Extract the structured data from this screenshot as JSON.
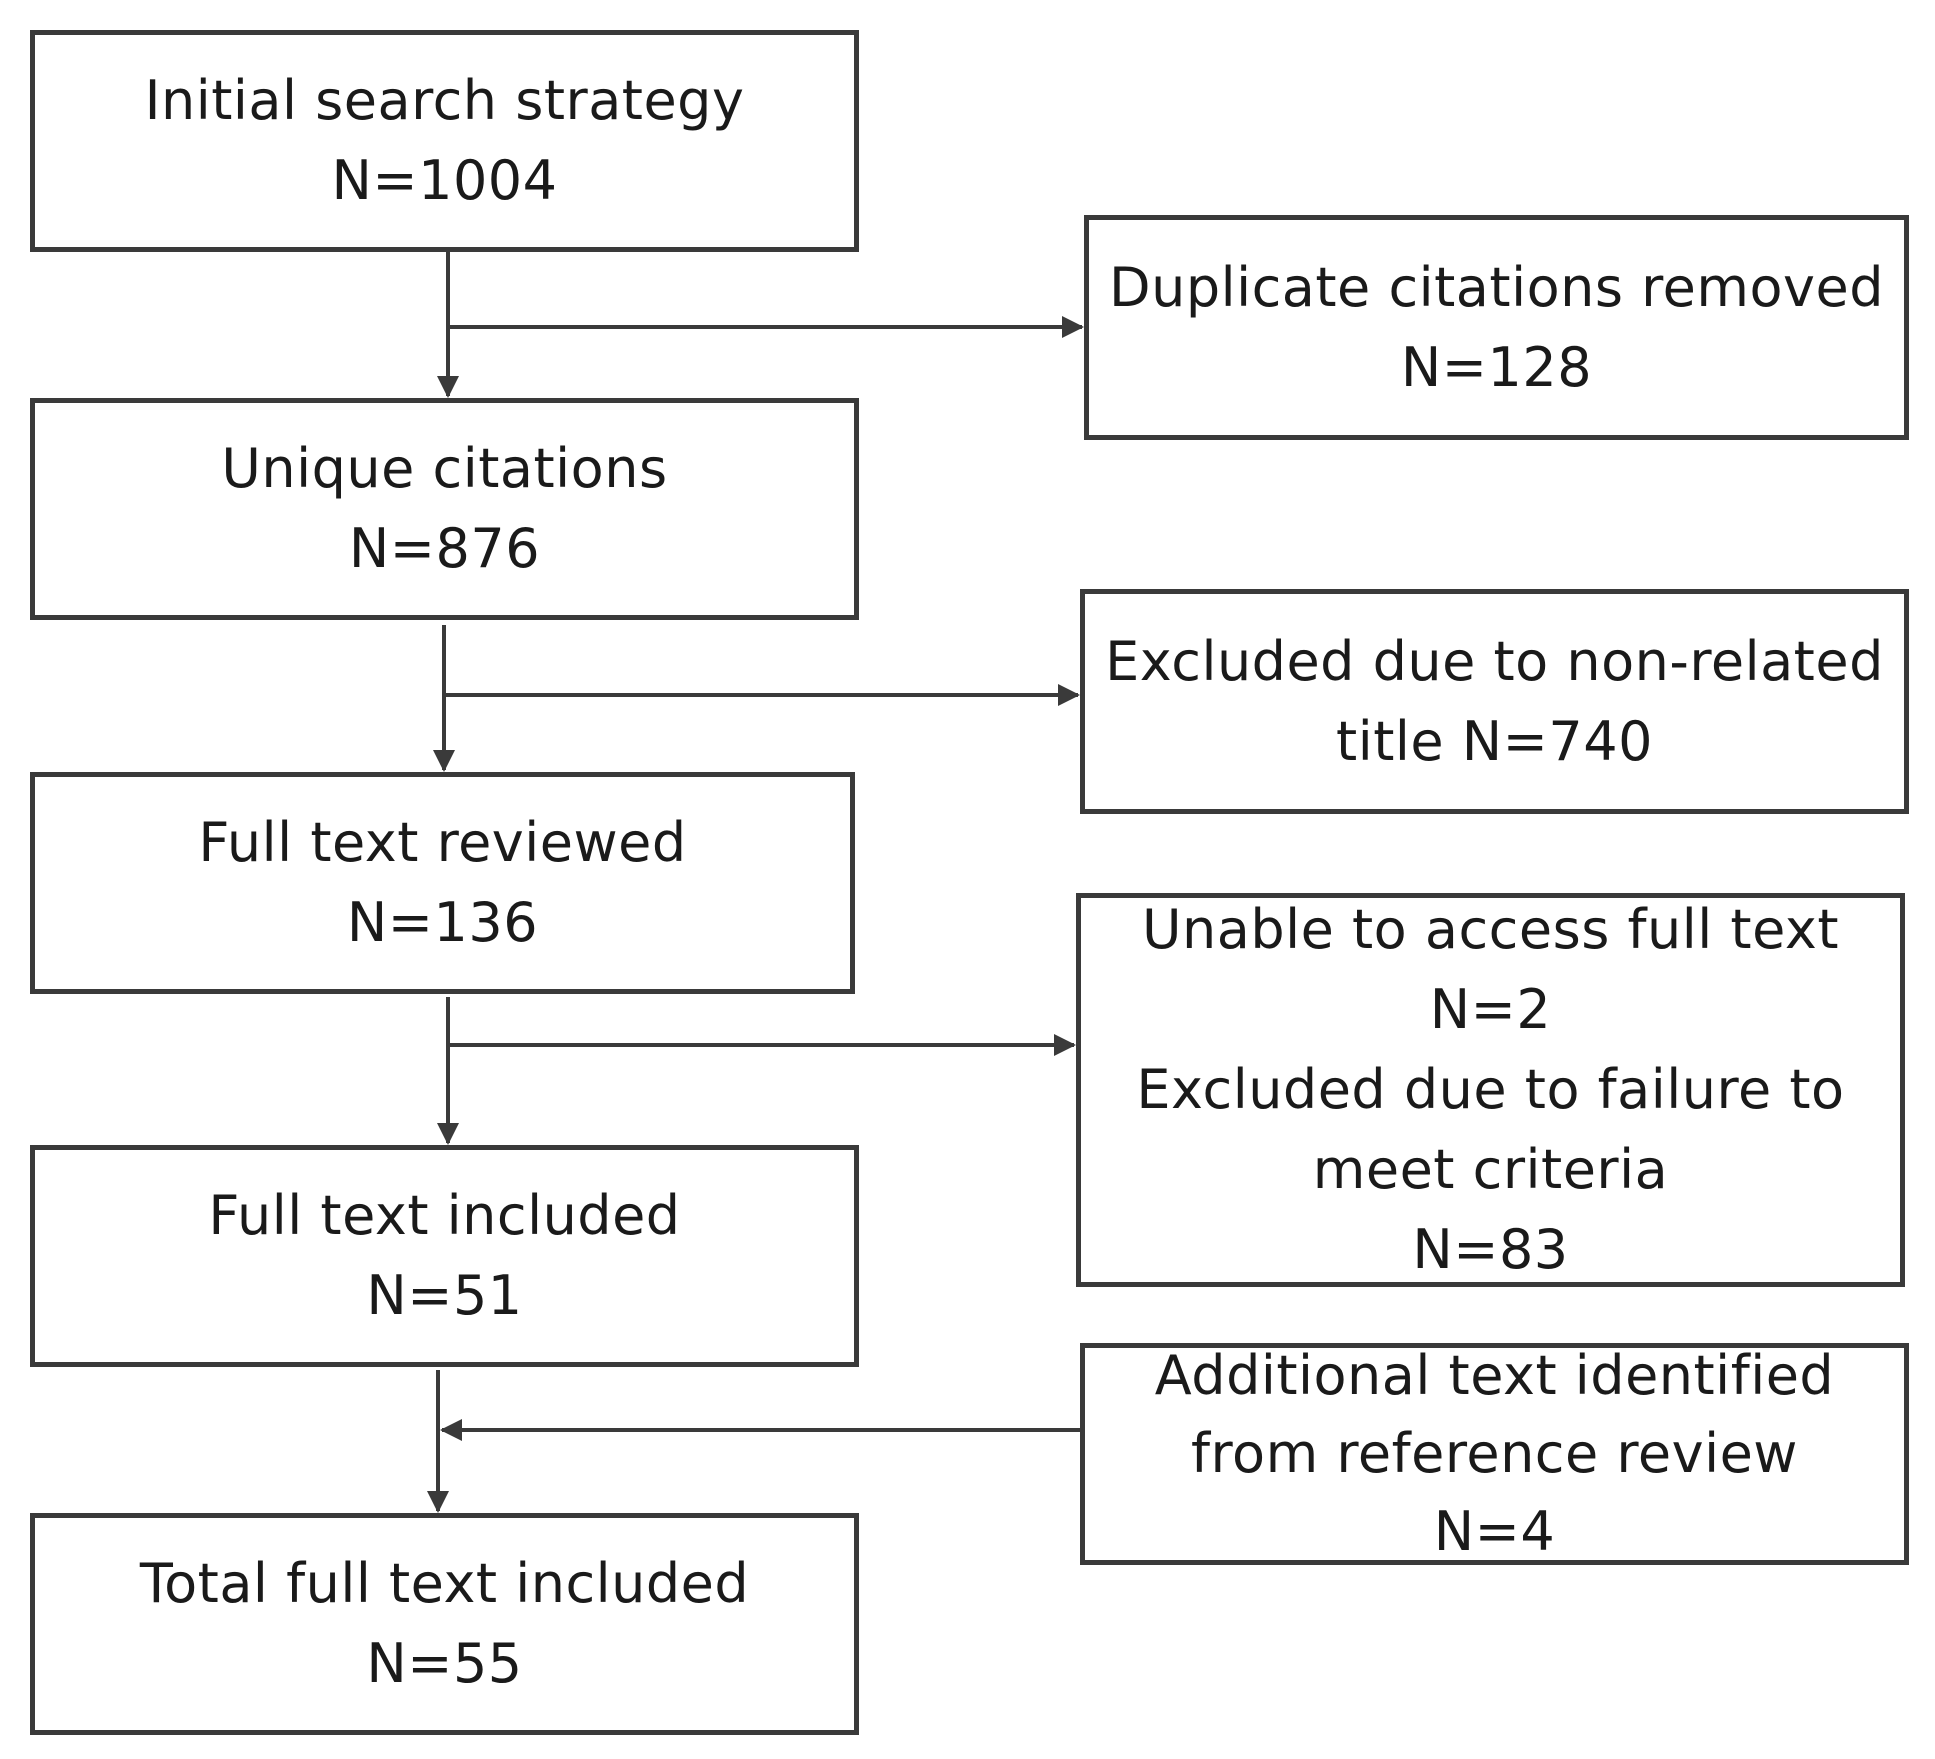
{
  "main_flow": [
    {
      "label": "Initial search strategy",
      "count": "N=1004"
    },
    {
      "label": "Unique citations",
      "count": "N=876"
    },
    {
      "label": "Full text reviewed",
      "count": "N=136"
    },
    {
      "label": "Full text included",
      "count": "N=51"
    },
    {
      "label": "Total full text included",
      "count": "N=55"
    }
  ],
  "side_boxes": {
    "duplicate": {
      "label": "Duplicate citations removed",
      "count": "N=128"
    },
    "excluded_title": {
      "line1": "Excluded due to non-related",
      "line2": "title N=740"
    },
    "unable": {
      "line1": "Unable to access full text",
      "count1": "N=2",
      "line2": "Excluded due to failure to",
      "line3": "meet criteria",
      "count2": "N=83"
    },
    "additional": {
      "line1": "Additional text identified",
      "line2": "from reference review",
      "count": "N=4"
    }
  },
  "colors": {
    "border": "#3a3a3a",
    "line": "#3a3a3a",
    "text": "#1a1a1a",
    "background": "#ffffff"
  }
}
